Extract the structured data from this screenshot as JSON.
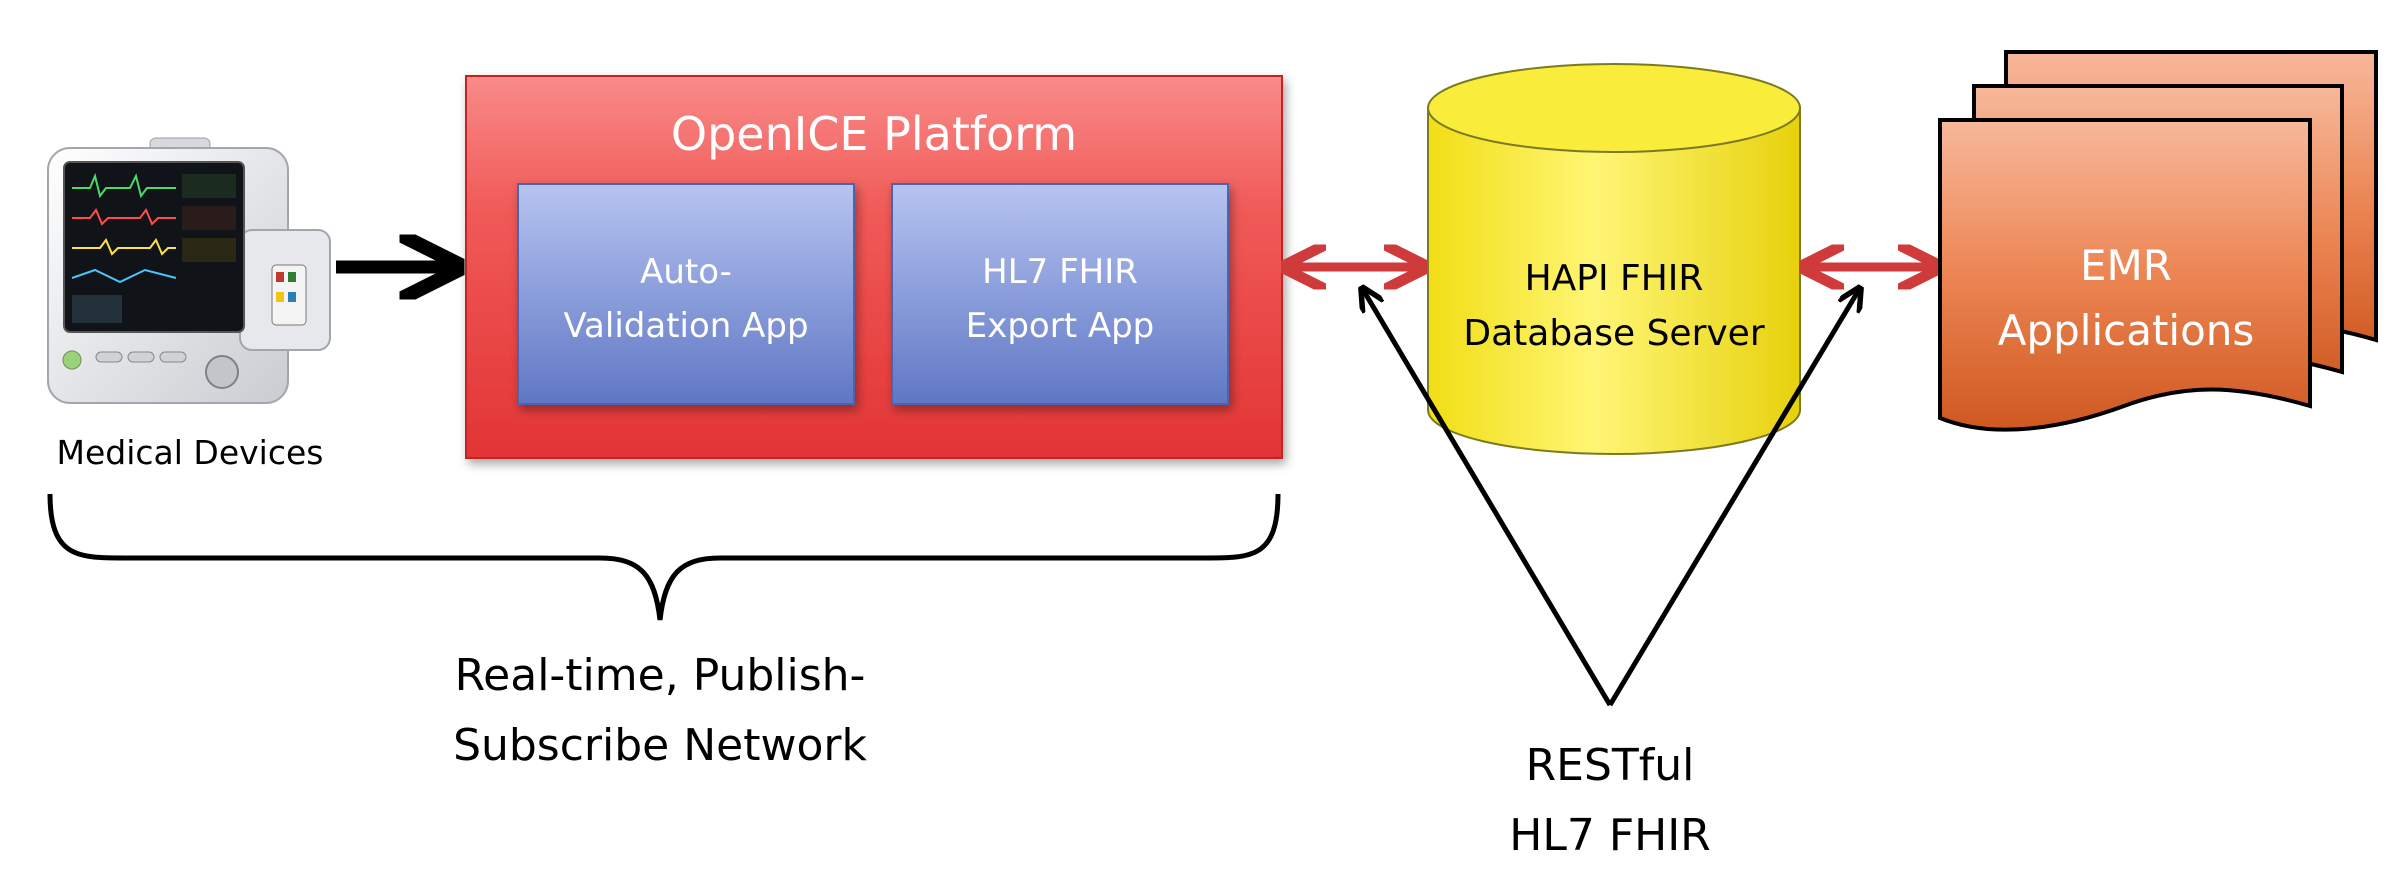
{
  "diagram": {
    "device_label": "Medical Devices",
    "platform": {
      "title": "OpenICE Platform",
      "app1": {
        "line1": "Auto-",
        "line2": "Validation App"
      },
      "app2": {
        "line1": "HL7 FHIR",
        "line2": "Export App"
      }
    },
    "database": {
      "line1": "HAPI FHIR",
      "line2": "Database Server"
    },
    "emr": {
      "line1": "EMR",
      "line2": "Applications"
    },
    "network": {
      "line1": "Real-time, Publish-",
      "line2": "Subscribe Network"
    },
    "restful": {
      "line1": "RESTful",
      "line2": "HL7 FHIR"
    },
    "colors": {
      "platform_red": "#ee3b3b",
      "app_blue": "#7f94d6",
      "db_yellow": "#f4e41c",
      "emr_orange": "#e8743a",
      "connector_red": "#cf3b3b"
    }
  }
}
